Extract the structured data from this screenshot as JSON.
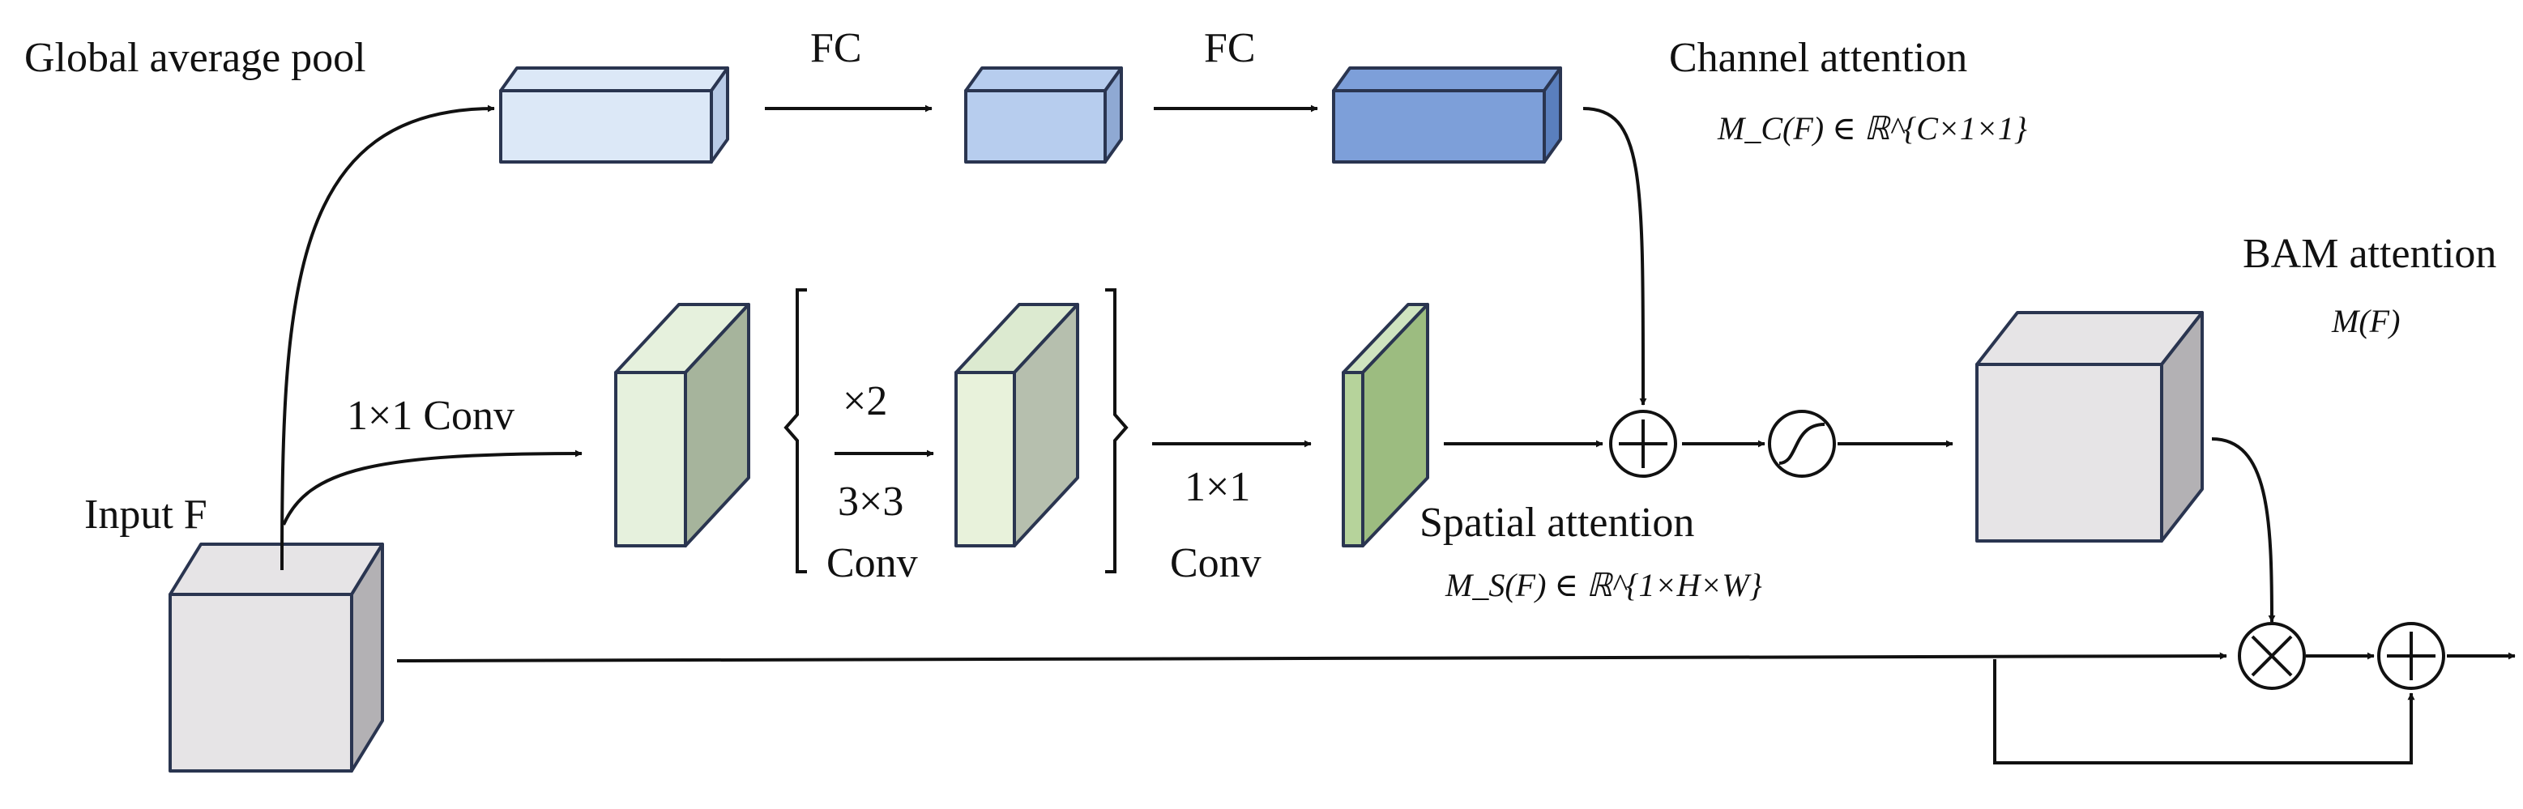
{
  "labels": {
    "global_average_pool": "Global average pool",
    "fc_1": "FC",
    "fc_2": "FC",
    "channel_attention": "Channel attention",
    "channel_attention_formula": "M_C(F) ∈ ℝ^{C×1×1}",
    "bam_attention": "BAM attention",
    "bam_attention_formula": "M(F)",
    "conv_1x1_a": "1×1 Conv",
    "times_two": "×2",
    "conv_3x3_line1": "3×3",
    "conv_3x3_line2": "Conv",
    "conv_1x1_b_line1": "1×1",
    "conv_1x1_b_line2": "Conv",
    "input": "Input F",
    "spatial_attention": "Spatial attention",
    "spatial_attention_formula": "M_S(F) ∈ ℝ^{1×H×W}"
  },
  "colors": {
    "channel_light": "#dce8f7",
    "channel_mid": "#b7cdee",
    "channel_dark": "#7d9fd9",
    "spatial_light": "#e6f1dd",
    "spatial_mid": "#dcead0",
    "spatial_dark": "#b6d39b",
    "gray_box": "#e6e4e6",
    "edge": "#111111"
  },
  "operators": {
    "add": "⊕",
    "multiply": "⊗",
    "sigmoid": "sigmoid"
  }
}
